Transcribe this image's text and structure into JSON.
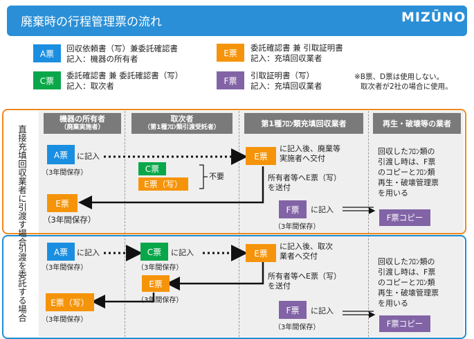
{
  "header": {
    "title": "廃棄時の行程管理票の流れ",
    "logo": "MIZŪNO"
  },
  "legend": [
    {
      "badge": "A票",
      "line1": "回収依頼書（写）兼委託確認書",
      "line2": "記入：機器の所有者",
      "color": "#1a8ee0"
    },
    {
      "badge": "C票",
      "line1": "委託確認書 兼 委託確認書（写）",
      "line2": "記入：取次者",
      "color": "#0aa74a"
    },
    {
      "badge": "E票",
      "line1": "委託確認書 兼 引取証明書",
      "line2": "記入：充填回収業者",
      "color": "#f5940a"
    },
    {
      "badge": "F票",
      "line1": "引取証明書（写）",
      "line2": "記入：充填回収業者",
      "color": "#8264a6"
    }
  ],
  "note": {
    "line1": "※B票、D票は使用しない。",
    "line2": "取次者が2社の場合に使用。"
  },
  "columns": [
    {
      "title": "機器の所有者",
      "sub": "（廃棄実施者）"
    },
    {
      "title": "取次者",
      "sub": "（第1種ﾌﾛﾝ類引渡受託者）"
    },
    {
      "title": "第1種ﾌﾛﾝ類充填回収業者",
      "sub": ""
    },
    {
      "title": "再生・破壊等の業者",
      "sub": ""
    }
  ],
  "direct": {
    "side_label": "直接充填回収業者に引渡す場合",
    "a_badge": "A票",
    "a_text": "に記入",
    "a_keep": "（3年間保存）",
    "c_badge": "C票",
    "e_copy_badge": "E票（写）",
    "unneeded": "不要",
    "e_badge": "E票",
    "e_text1": "に記入後、廃棄等",
    "e_text2": "実施者へ交付",
    "send_text1": "所有者等へE票（写）",
    "send_text2": "を送付",
    "e_return_badge": "E票",
    "e_return_keep": "（3年間保存）",
    "f_badge": "F票",
    "f_text": "に記入",
    "f_keep": "（3年間保存）",
    "recycle1": "回収したﾌﾛﾝ類の",
    "recycle2": "引渡し時は、F票",
    "recycle3": "のコピーとﾌﾛﾝ類",
    "recycle4": "再生・破壊管理票",
    "recycle5": "を用いる",
    "f_copy": "F票コピー"
  },
  "consign": {
    "side_label": "引渡を委託する場合",
    "a_badge": "A票",
    "a_text": "に記入",
    "a_keep": "（3年間保存）",
    "c_badge": "C票",
    "c_text": "に記入",
    "c_keep": "（3年間保存）",
    "e_badge": "E票",
    "e_text1": "に記入後、取次",
    "e_text2": "業者へ交付",
    "e_mid_badge": "E票",
    "e_mid_keep": "（3年間保存）",
    "send_text1": "所有者等へE票（写）",
    "send_text2": "を送付",
    "e_copy_badge": "E票（写）",
    "e_copy_keep": "（3年間保存）",
    "f_badge": "F票",
    "f_text": "に記入",
    "f_keep": "（3年間保存）",
    "recycle1": "回収したﾌﾛﾝ類の",
    "recycle2": "引渡し時は、F票",
    "recycle3": "のコピーとﾌﾛﾝ類",
    "recycle4": "再生・破壊管理票",
    "recycle5": "を用いる",
    "f_copy": "F票コピー"
  }
}
